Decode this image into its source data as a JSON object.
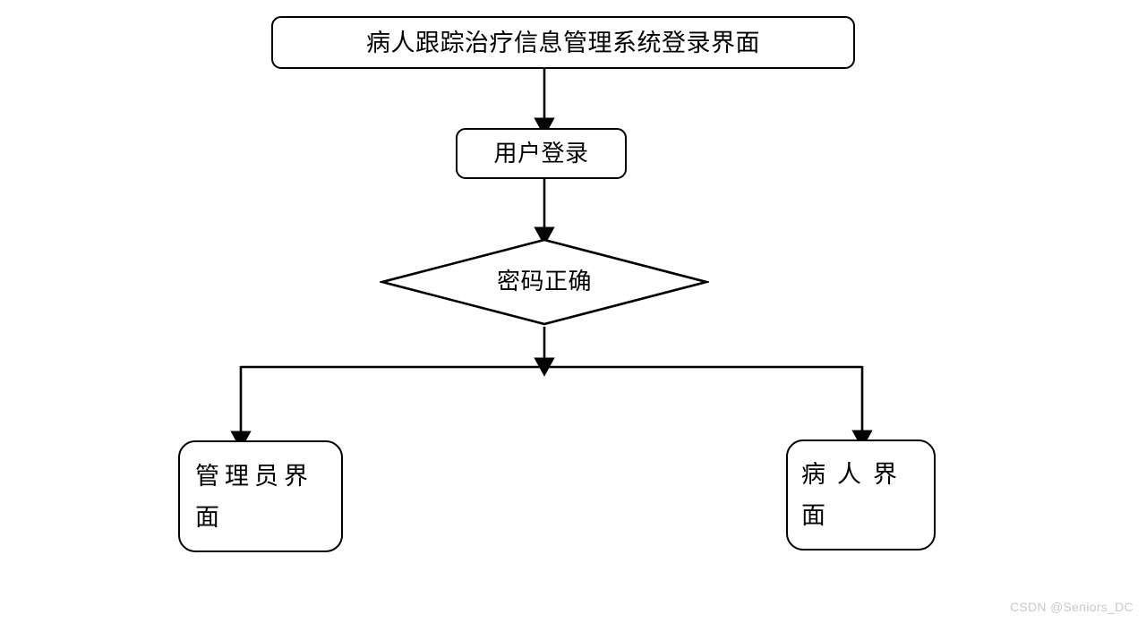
{
  "diagram": {
    "type": "flowchart",
    "background_color": "#ffffff",
    "stroke_color": "#000000",
    "nodes": [
      {
        "id": "title",
        "shape": "rounded-rectangle",
        "label": "病人跟踪治疗信息管理系统登录界面"
      },
      {
        "id": "login",
        "shape": "rounded-rectangle",
        "label": "用户登录"
      },
      {
        "id": "decision",
        "shape": "diamond",
        "label": "密码正确"
      },
      {
        "id": "admin",
        "shape": "rounded-rectangle",
        "label": "管理员界面"
      },
      {
        "id": "patient",
        "shape": "rounded-rectangle",
        "label": "病人界面"
      }
    ],
    "edges": [
      {
        "from": "title",
        "to": "login",
        "arrow": true,
        "label": ""
      },
      {
        "from": "login",
        "to": "decision",
        "arrow": true,
        "label": ""
      },
      {
        "from": "decision",
        "to": "admin",
        "arrow": true,
        "label": ""
      },
      {
        "from": "decision",
        "to": "patient",
        "arrow": true,
        "label": ""
      }
    ]
  },
  "watermark": {
    "text": "CSDN @Seniors_DC",
    "color": "#c9c9c9"
  }
}
